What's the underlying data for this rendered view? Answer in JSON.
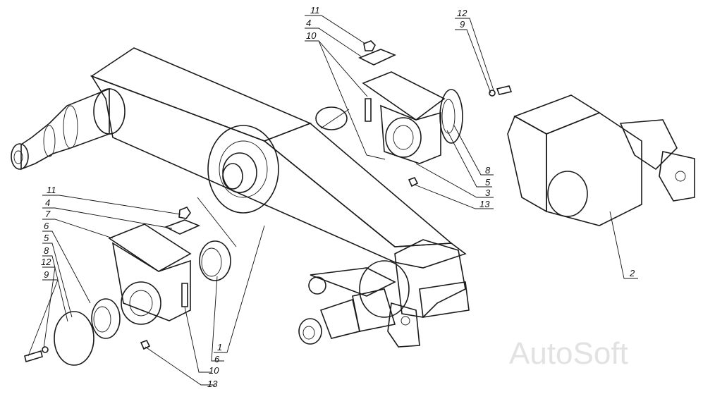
{
  "diagram": {
    "callouts": [
      {
        "id": "c-11-top",
        "text": "11"
      },
      {
        "id": "c-4-top",
        "text": "4"
      },
      {
        "id": "c-10-top",
        "text": "10"
      },
      {
        "id": "c-12-top",
        "text": "12"
      },
      {
        "id": "c-9-top",
        "text": "9"
      },
      {
        "id": "c-8-right",
        "text": "8"
      },
      {
        "id": "c-5-right",
        "text": "5"
      },
      {
        "id": "c-3-right",
        "text": "3"
      },
      {
        "id": "c-13-right",
        "text": "13"
      },
      {
        "id": "c-2",
        "text": "2"
      },
      {
        "id": "c-11-left",
        "text": "11"
      },
      {
        "id": "c-4-left",
        "text": "4"
      },
      {
        "id": "c-7-left",
        "text": "7"
      },
      {
        "id": "c-6-left",
        "text": "6"
      },
      {
        "id": "c-5-left",
        "text": "5"
      },
      {
        "id": "c-8-left",
        "text": "8"
      },
      {
        "id": "c-12-left",
        "text": "12"
      },
      {
        "id": "c-9-left",
        "text": "9"
      },
      {
        "id": "c-1",
        "text": "1"
      },
      {
        "id": "c-6-bottom",
        "text": "6"
      },
      {
        "id": "c-10-bottom",
        "text": "10"
      },
      {
        "id": "c-13-bottom",
        "text": "13"
      }
    ],
    "watermark": "AutoSoft"
  }
}
